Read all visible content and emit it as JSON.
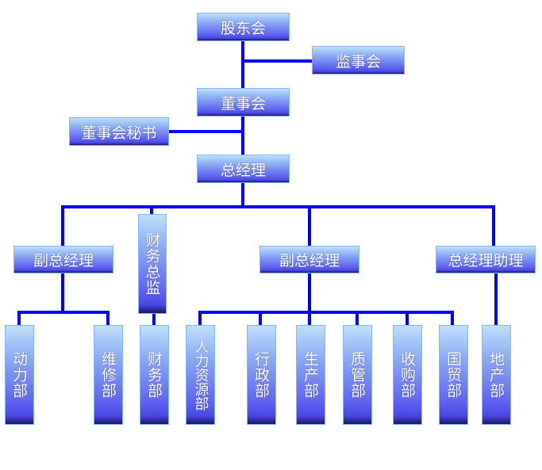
{
  "colors": {
    "line": "#0000ff",
    "box_top": "#bfe0fb",
    "box_bottom": "#4a45e0"
  },
  "nodes": {
    "shareholders": "股东会",
    "supervisors": "监事会",
    "board": "董事会",
    "board_secretary": "董事会秘书",
    "gm": "总经理",
    "vgm_left": "副总经理",
    "cfo": "财务总监",
    "vgm_mid": "副总经理",
    "gm_assistant": "总经理助理",
    "depts": [
      "动力部",
      "维修部",
      "财务部",
      "人力资源部",
      "行政部",
      "生产部",
      "质管部",
      "收购部",
      "国贸部",
      "地产部"
    ]
  }
}
